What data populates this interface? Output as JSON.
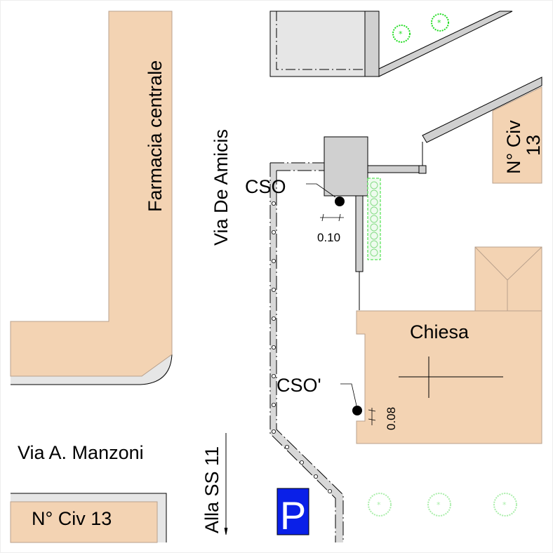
{
  "map": {
    "title": "Site plan",
    "colors": {
      "building": "#f3d3b3",
      "building_edge": "#b8a08c",
      "sidewalk": "#e6e6e6",
      "pipe_fill": "#d0d0d0",
      "tree": "#22dd22",
      "tree_faded": "#aaeeaa",
      "parking": "#0a20e8"
    },
    "labels": {
      "farmacia": "Farmacia centrale",
      "via_de_amicis": "Via De Amicis",
      "via_manzoni": "Via A. Manzoni",
      "civ13_bottom": "N° Civ 13",
      "civ13_right_line1": "N° Civ",
      "civ13_right_line2": "13",
      "chiesa": "Chiesa",
      "alla_ss11": "Alla SS 11",
      "cso": "CSO",
      "cso_prime": "CSO'",
      "dim_cso": "0.10",
      "dim_cso_prime": "0.08",
      "parking": "P"
    }
  }
}
